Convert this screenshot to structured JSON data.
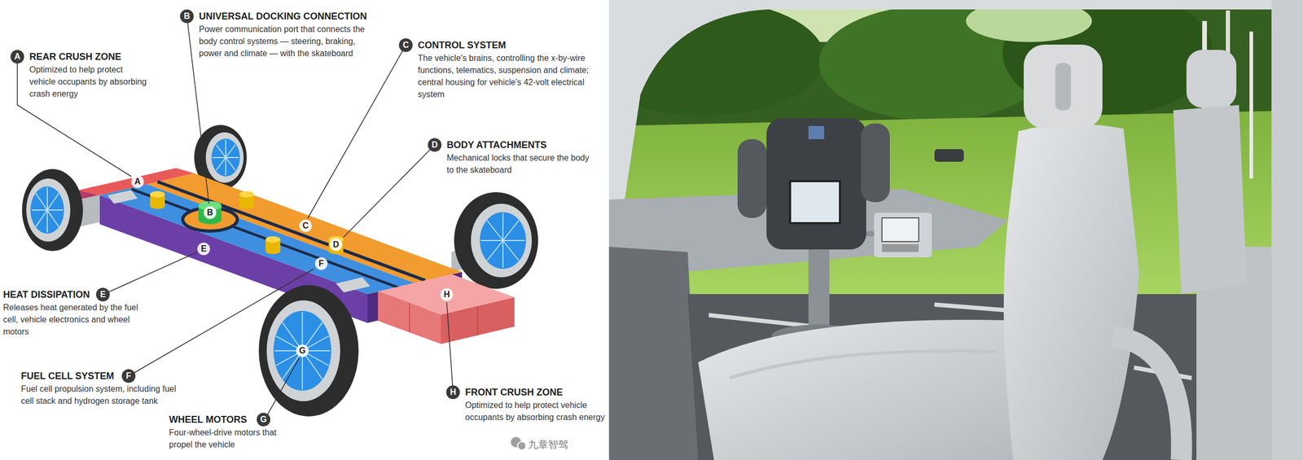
{
  "diagram": {
    "nodes": [
      {
        "text": [
          "A",
          "REAR CRUSH ZONE",
          "Optimized to help protect vehicle occupants by absorbing crash energy"
        ]
      },
      {
        "text": [
          "B",
          "UNIVERSAL DOCKING CONNECTION",
          "Power communication port that connects the body control systems — steering, braking, power and climate — with the skateboard"
        ]
      },
      {
        "text": [
          "C",
          "CONTROL SYSTEM",
          "The vehicle's brains, controlling the x-by-wire functions, telematics, suspension and climate; central housing for vehicle's 42-volt electrical system"
        ]
      },
      {
        "text": [
          "D",
          "BODY ATTACHMENTS",
          "Mechanical locks that secure the body to the skateboard"
        ]
      },
      {
        "text": [
          "E",
          "HEAT DISSIPATION",
          "Releases heat generated by the fuel cell, vehicle electronics and wheel motors"
        ]
      },
      {
        "text": [
          "F",
          "FUEL CELL SYSTEM",
          "Fuel cell propulsion system, including fuel cell stack and hydrogen storage tank"
        ]
      },
      {
        "text": [
          "G",
          "WHEEL MOTORS",
          "Four-wheel-drive motors that propel the vehicle"
        ]
      },
      {
        "text": [
          "H",
          "FRONT CRUSH ZONE",
          "Optimized to help protect vehicle occupants by absorbing crash energy"
        ]
      }
    ],
    "labels": [
      "A",
      "B",
      "C",
      "D",
      "E",
      "F",
      "G",
      "H",
      "九章智驾"
    ]
  }
}
